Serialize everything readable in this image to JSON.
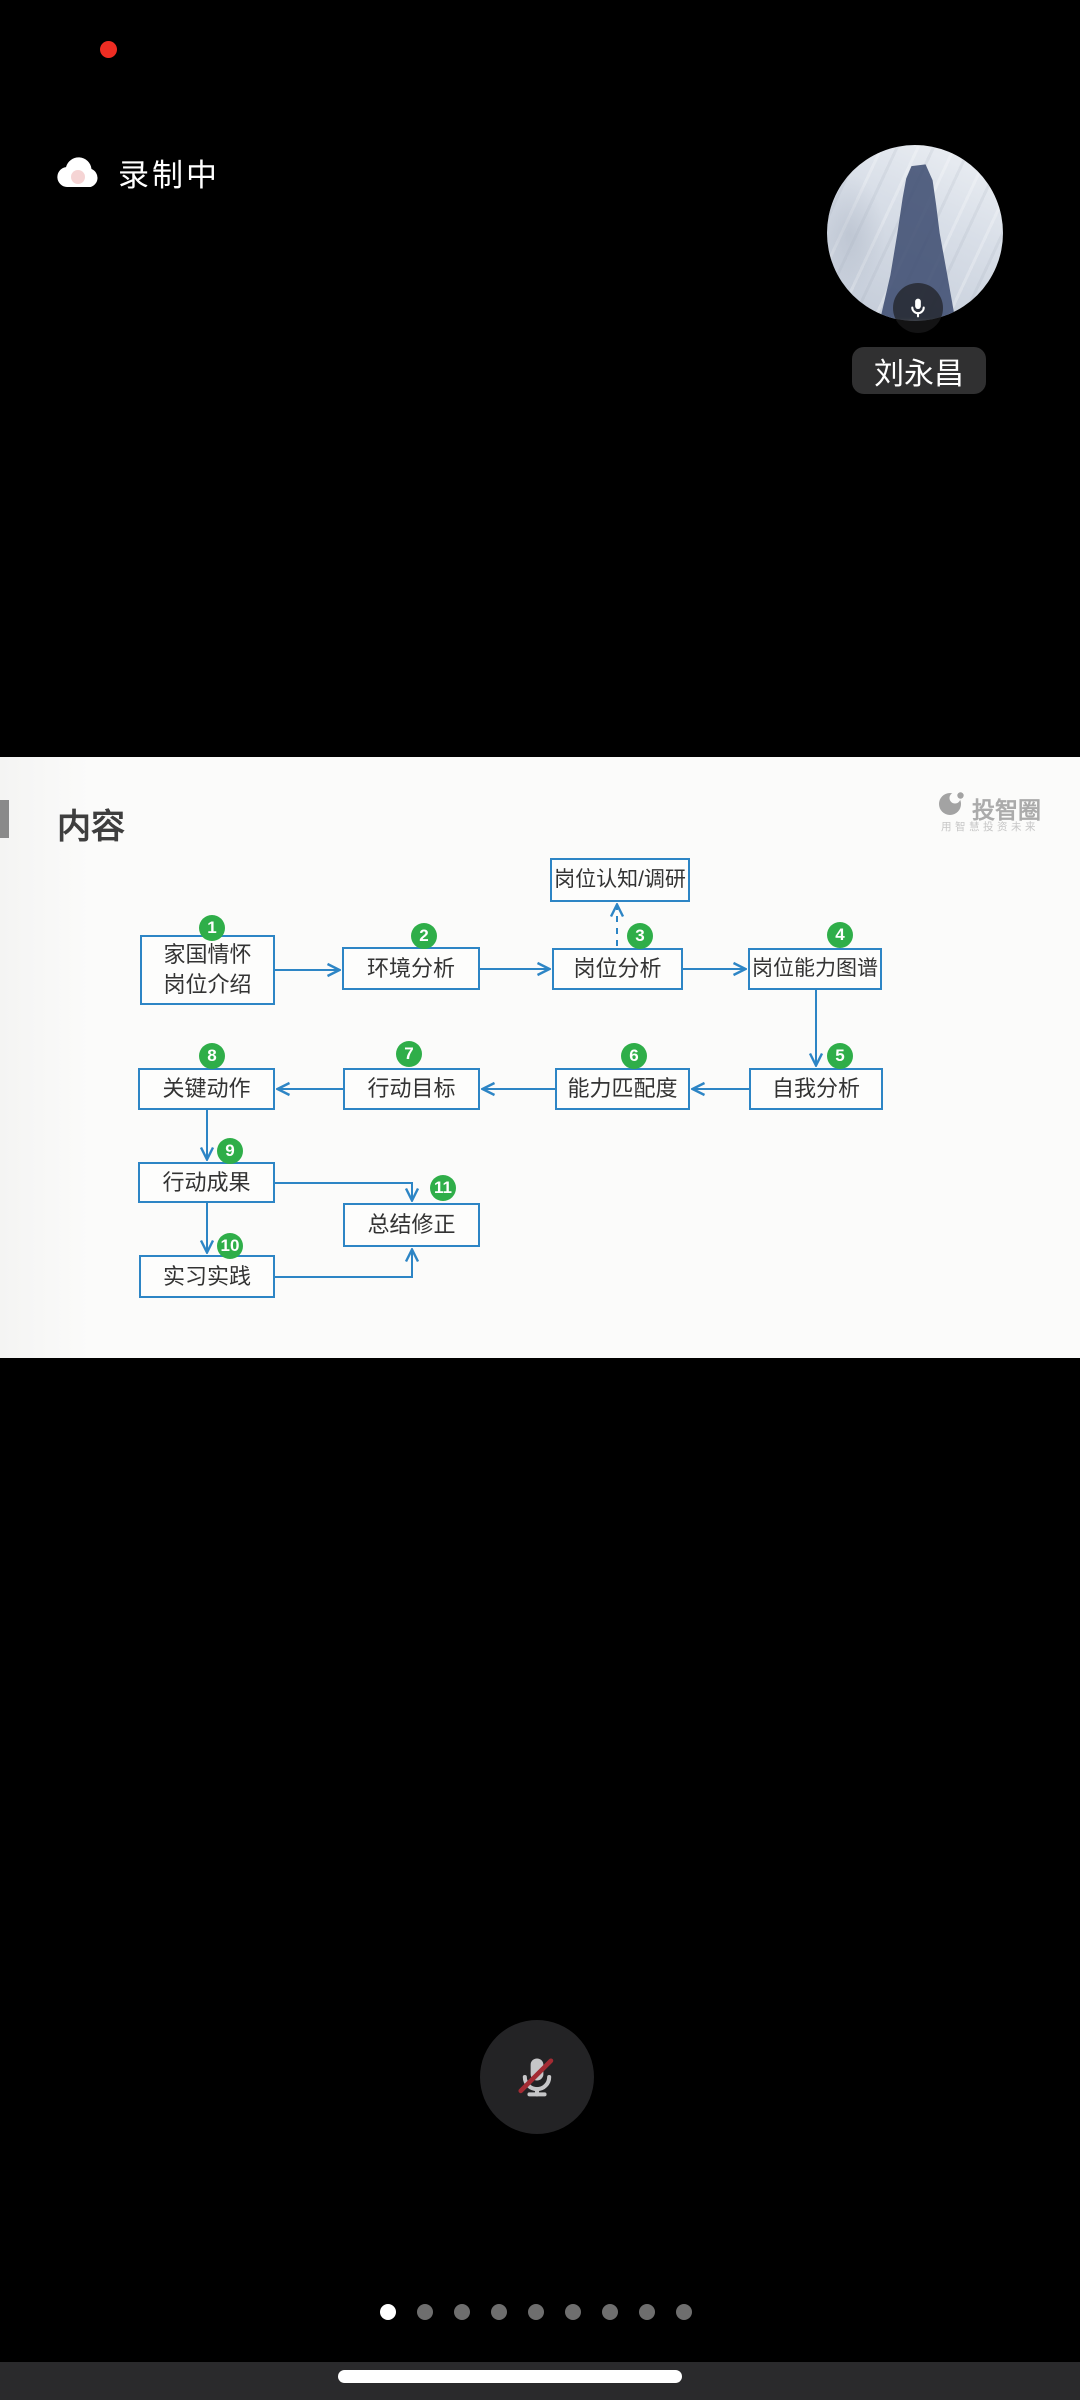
{
  "recording": {
    "label": "录制中"
  },
  "participant": {
    "name": "刘永昌"
  },
  "slide": {
    "title": "内容",
    "logo": {
      "brand": "投智圈",
      "tagline": "用智慧投资未来"
    },
    "flowchart": {
      "nodes": [
        {
          "num": "",
          "label": "岗位认知/调研"
        },
        {
          "num": "1",
          "label": "家国情怀\n岗位介绍"
        },
        {
          "num": "2",
          "label": "环境分析"
        },
        {
          "num": "3",
          "label": "岗位分析"
        },
        {
          "num": "4",
          "label": "岗位能力图谱"
        },
        {
          "num": "5",
          "label": "自我分析"
        },
        {
          "num": "6",
          "label": "能力匹配度"
        },
        {
          "num": "7",
          "label": "行动目标"
        },
        {
          "num": "8",
          "label": "关键动作"
        },
        {
          "num": "9",
          "label": "行动成果"
        },
        {
          "num": "10",
          "label": "实习实践"
        },
        {
          "num": "11",
          "label": "总结修正"
        }
      ]
    }
  },
  "pagination": {
    "count": 9,
    "active_index": 0
  },
  "colors": {
    "flow_blue": "#2d85c5",
    "badge_green": "#2fae49",
    "record_red": "#ef2d23",
    "slide_bg": "#fbfbfa"
  }
}
